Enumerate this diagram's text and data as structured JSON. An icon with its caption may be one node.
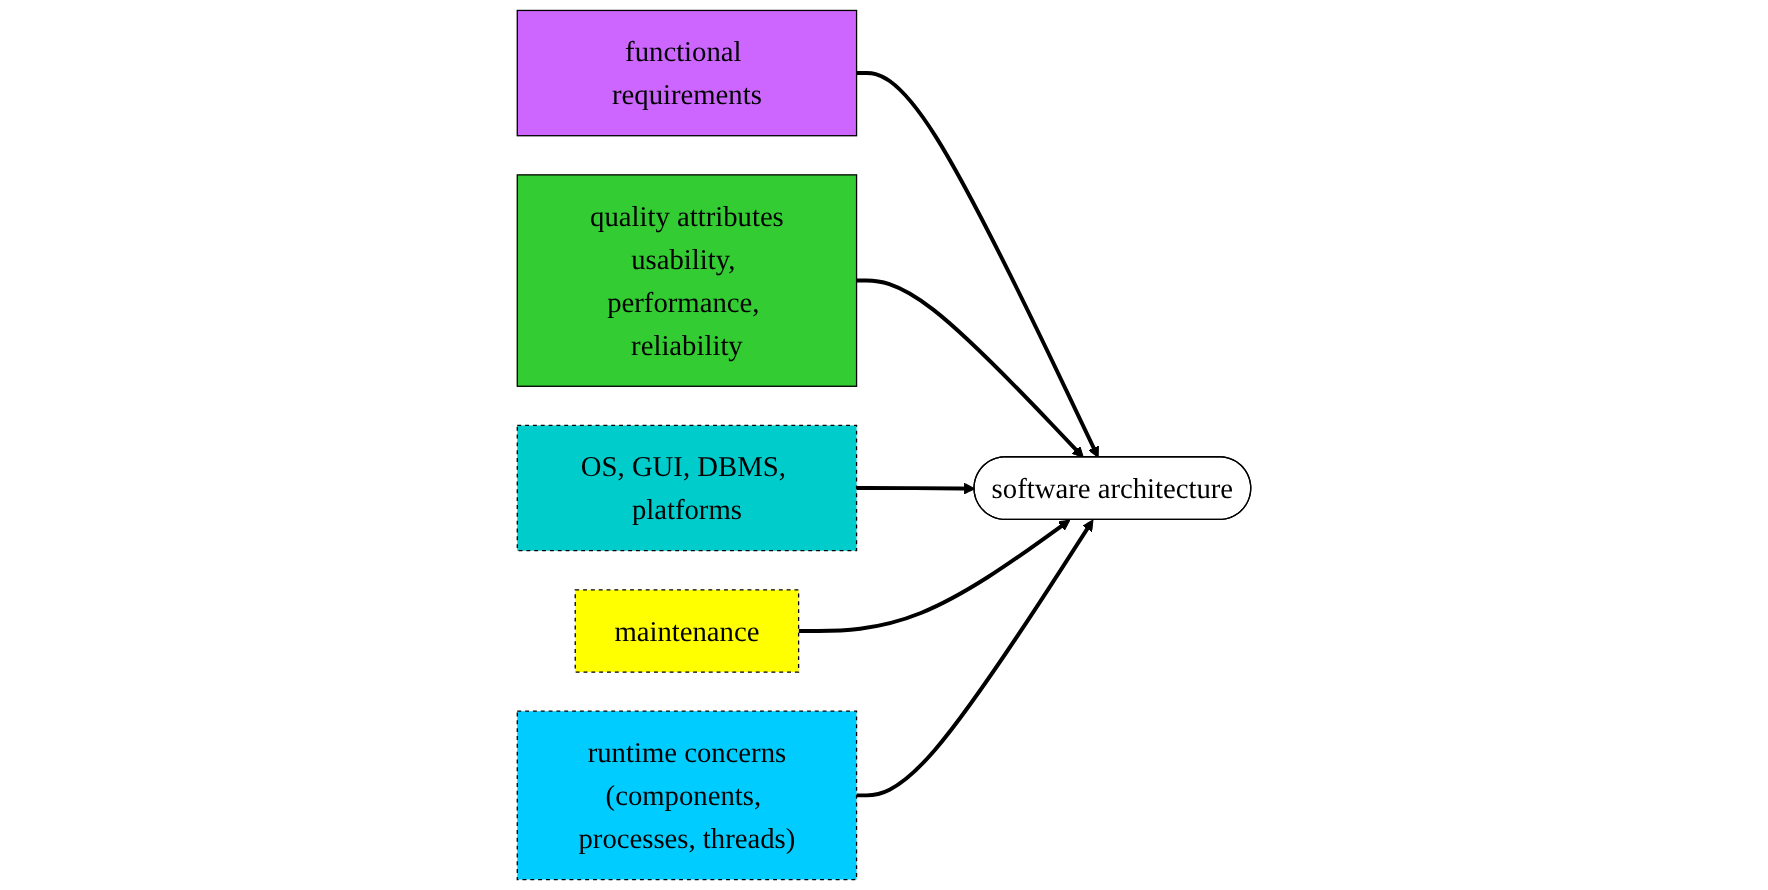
{
  "diagram": {
    "nodes": [
      {
        "text": [
          "functional requirements"
        ]
      },
      {
        "text": [
          "quality attributes",
          "usability, performance, reliability"
        ]
      },
      {
        "text": [
          "OS, GUI, DBMS, platforms"
        ]
      },
      {
        "text": [
          "software architecture"
        ]
      },
      {
        "text": [
          "maintenance"
        ]
      },
      {
        "text": [
          "runtime concerns",
          "(components, processes, threads)"
        ]
      }
    ],
    "edges": [
      {
        "from": 0,
        "to": 3,
        "arrow": "to"
      },
      {
        "from": 1,
        "to": 3,
        "arrow": "to"
      },
      {
        "from": 2,
        "to": 3,
        "arrow": "to"
      },
      {
        "from": 4,
        "to": 3,
        "arrow": "to"
      },
      {
        "from": 5,
        "to": 3,
        "arrow": "to"
      }
    ]
  }
}
